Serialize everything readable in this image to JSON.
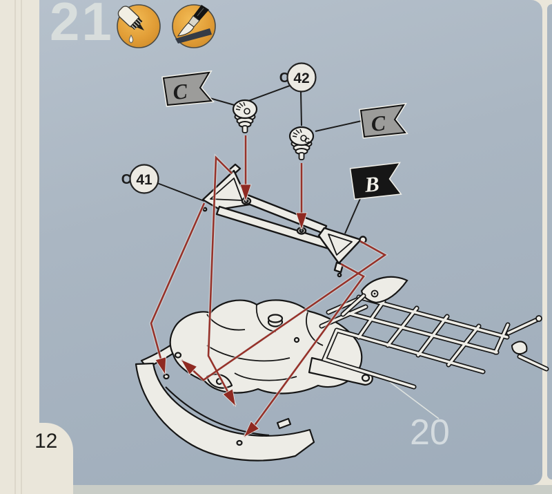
{
  "step": {
    "number": "21"
  },
  "page": {
    "number": "12"
  },
  "reference": {
    "step": "20"
  },
  "icons": [
    {
      "name": "apply-glue-icon"
    },
    {
      "name": "apply-paint-icon"
    }
  ],
  "callouts": {
    "c41": {
      "prefix": "C",
      "number": "41"
    },
    "c42": {
      "prefix": "C",
      "number": "42"
    }
  },
  "flags": {
    "c1": {
      "label": "C"
    },
    "c2": {
      "label": "C"
    },
    "b": {
      "label": "B"
    }
  },
  "parts": {
    "headlamp_mark": "C"
  },
  "colors": {
    "panel": "#aab6c2",
    "page": "#eae6da",
    "arrow_red": "#8f2a22",
    "flag_gray": "#9c9c9a",
    "flag_black": "#161616",
    "icon_orange": "#e5a33c",
    "line_black": "#1c1c1c",
    "part_fill": "#edece6"
  }
}
